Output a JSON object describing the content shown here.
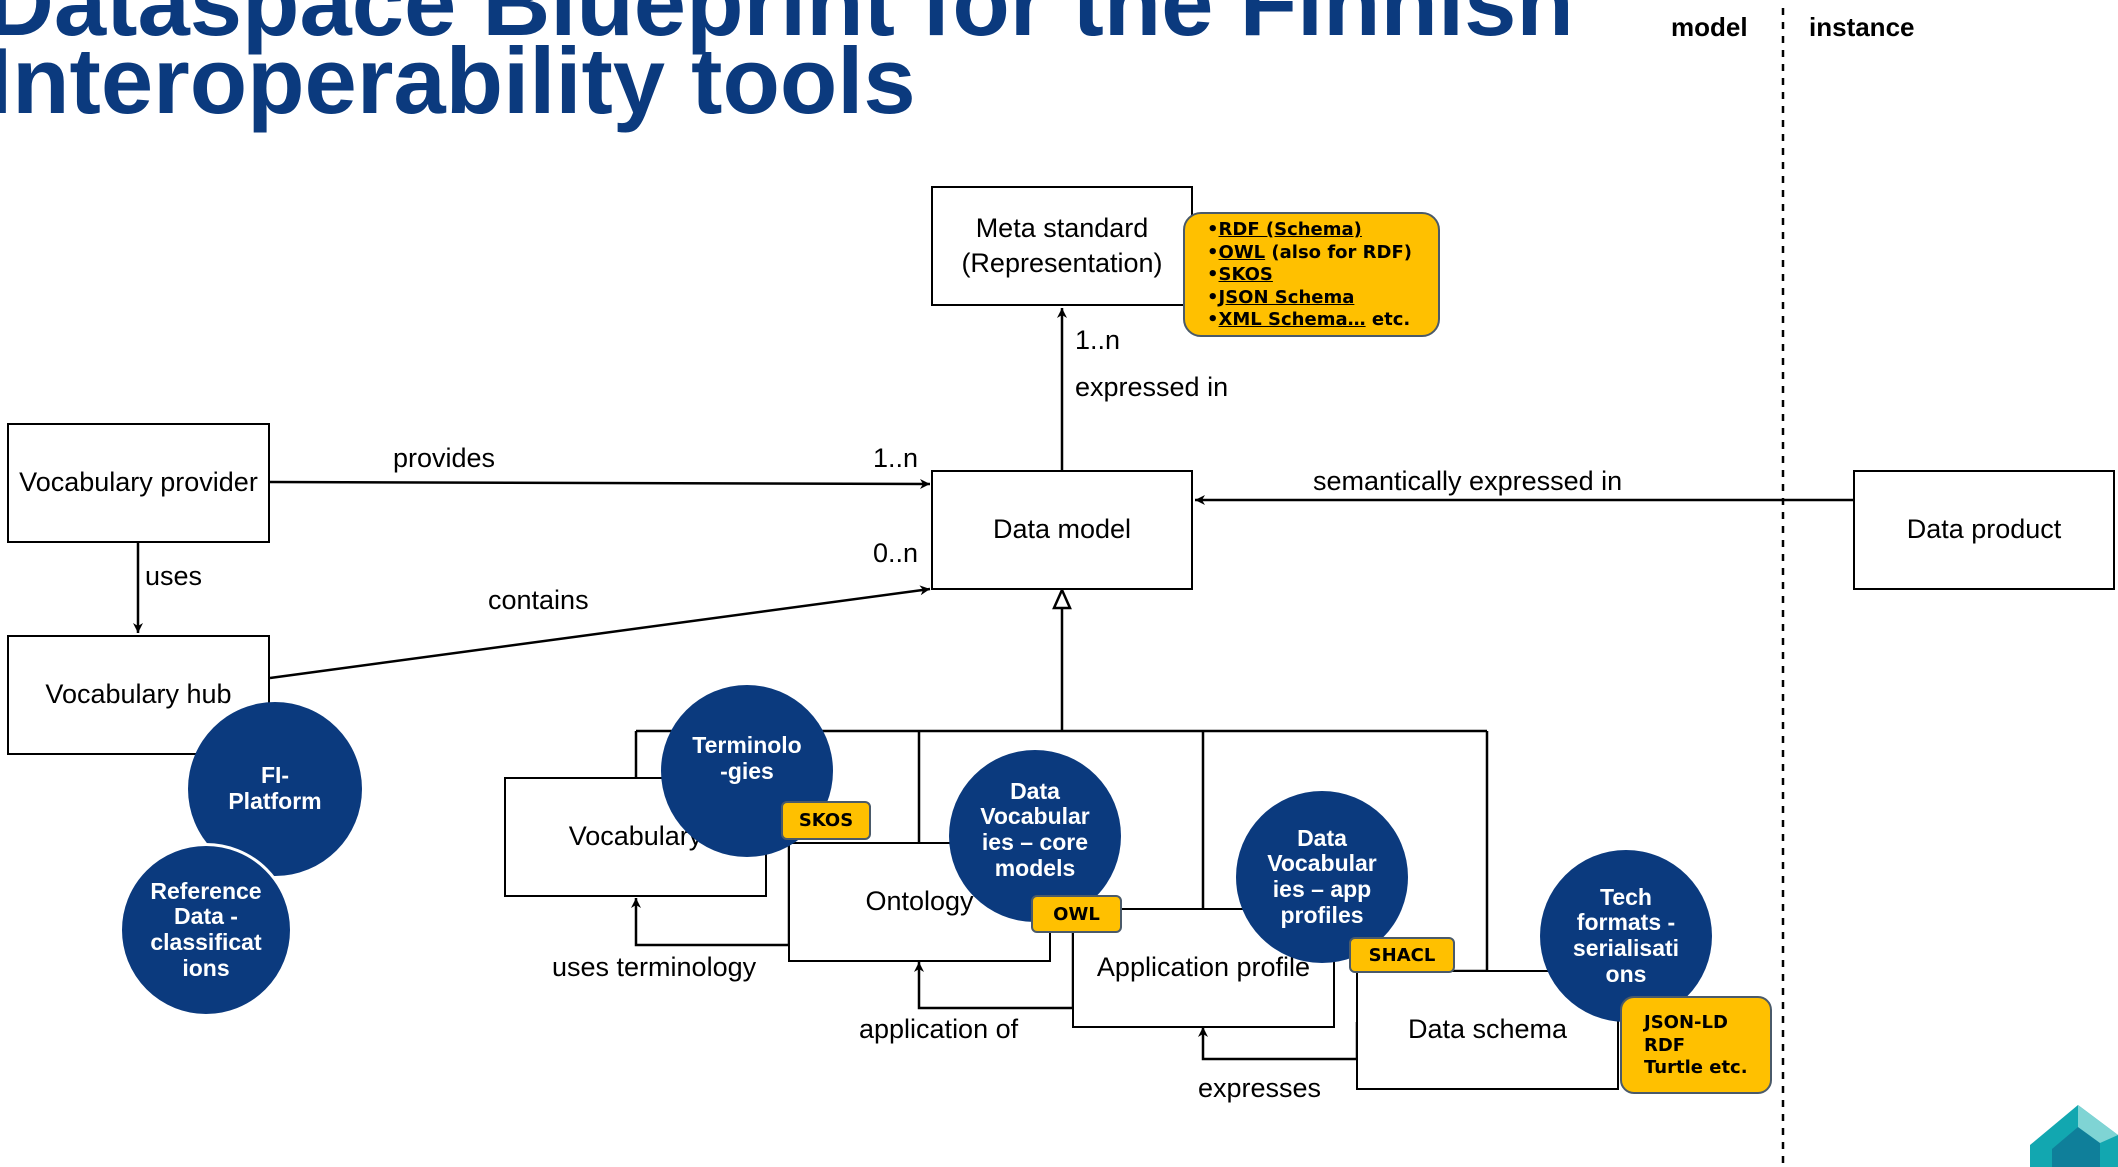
{
  "title": {
    "line1": "Dataspace Blueprint for the Finnish",
    "line2": "Interoperability tools"
  },
  "columns": {
    "model": "model",
    "instance": "instance"
  },
  "boxes": {
    "meta_standard": "Meta standard\n(Representation)",
    "data_model": "Data model",
    "data_product": "Data product",
    "vocabulary_provider": "Vocabulary provider",
    "vocabulary_hub": "Vocabulary hub",
    "vocabulary": "Vocabulary",
    "ontology": "Ontology",
    "application_profile": "Application profile",
    "data_schema": "Data schema"
  },
  "edge_labels": {
    "one_n_top": "1..n",
    "expressed_in": "expressed in",
    "provides": "provides",
    "one_n_left": "1..n",
    "zero_n": "0..n",
    "contains": "contains",
    "uses": "uses",
    "semantically_expressed_in": "semantically expressed in",
    "uses_terminology": "uses terminology",
    "application_of": "application of",
    "expresses": "expresses"
  },
  "circles": {
    "fi_platform": "FI-\nPlatform",
    "reference_data": "Reference\nData -\nclassificat\nions",
    "terminologies": "Terminolo\n-gies",
    "data_vocab_core": "Data\nVocabular\nies – core\nmodels",
    "data_vocab_app": "Data\nVocabular\nies – app\nprofiles",
    "tech_formats": "Tech\nformats -\nserialisati\nons"
  },
  "tags": {
    "skos": "SKOS",
    "owl": "OWL",
    "shacl": "SHACL"
  },
  "callouts": {
    "meta": {
      "rdf": "RDF (Schema)",
      "owl": "OWL",
      "owl_note": " (also for RDF)",
      "skos": "SKOS ",
      "json": "JSON Schema",
      "xml": "XML Schema…",
      "xml_note": "  etc."
    },
    "formats": {
      "line1": "JSON-LD",
      "line2": "RDF",
      "line3": "Turtle etc."
    }
  },
  "colors": {
    "brand_navy": "#0b3a7e",
    "callout_yellow": "#ffc000",
    "logo_teal": "#12a7b0"
  }
}
